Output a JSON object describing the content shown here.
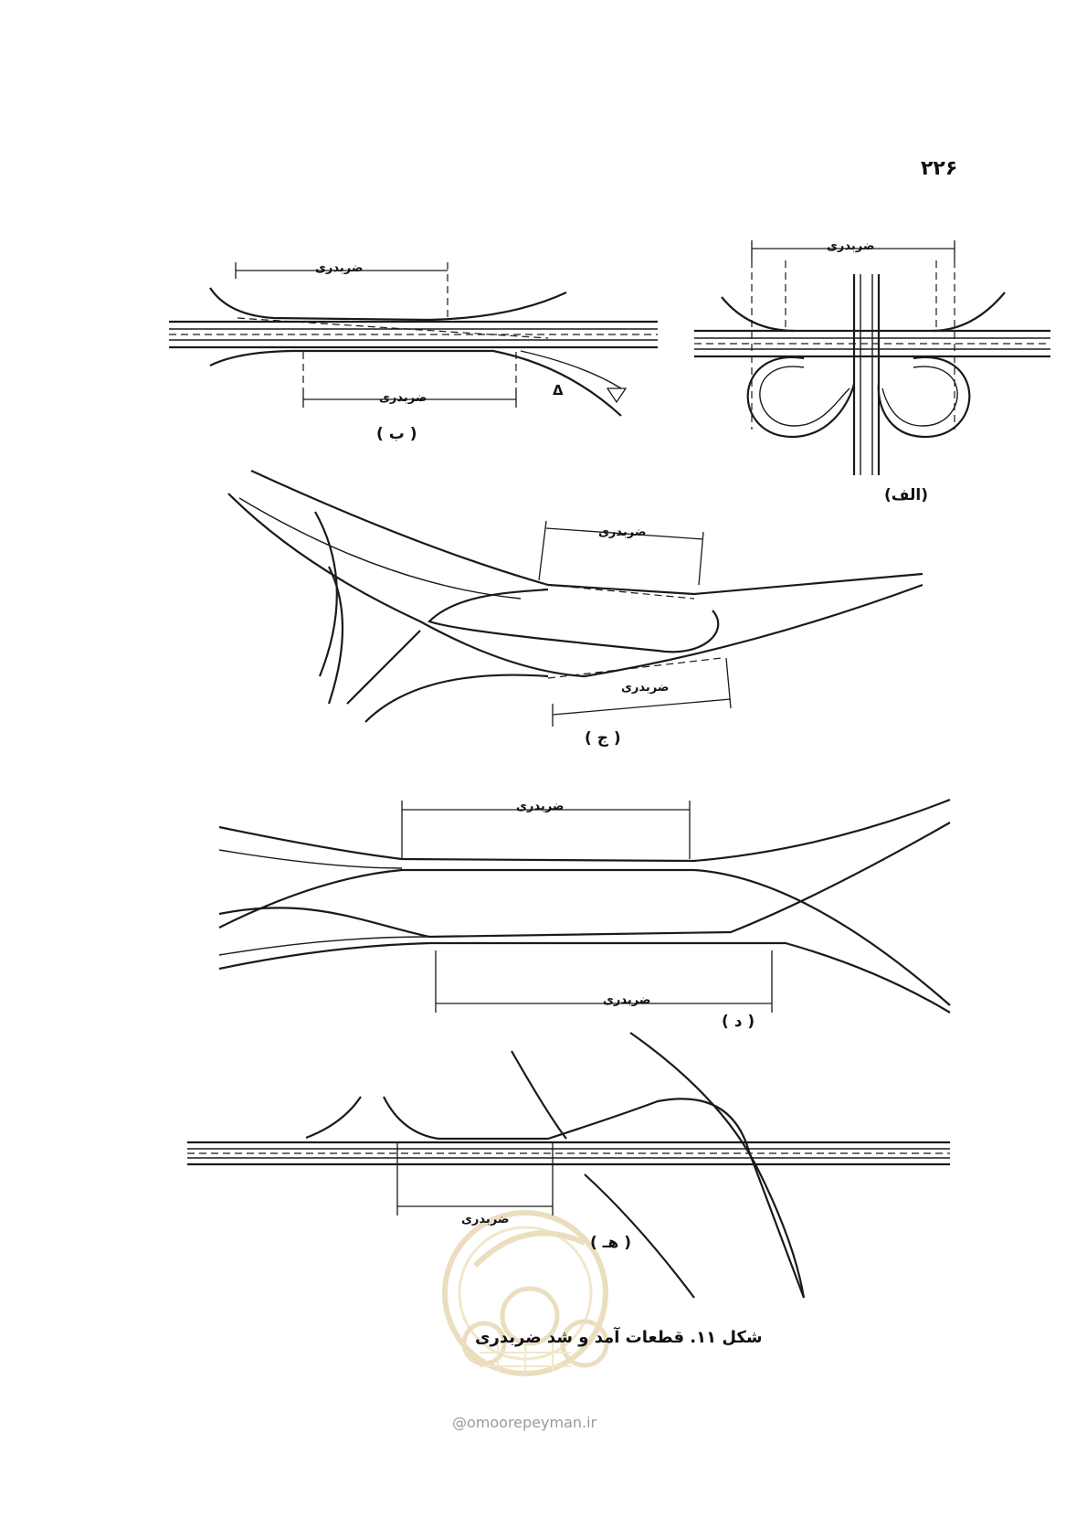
{
  "page_number": "۲۲۶",
  "panels": {
    "alef": {
      "label": "(الف)",
      "weaving_label": "ضربدری"
    },
    "be": {
      "label": "( ب )",
      "weaving_label_top": "ضربدری",
      "weaving_label_bottom": "ضربدری",
      "delta": "Δ"
    },
    "jim": {
      "label": "( ج )",
      "weaving_label_top": "ضربدری",
      "weaving_label_bottom": "ضربدری"
    },
    "dal": {
      "label": "( د )",
      "weaving_label_top": "ضربدری",
      "weaving_label_bottom": "ضربدری"
    },
    "he": {
      "label": "( هـ )",
      "weaving_label": "ضربدری"
    }
  },
  "caption": "شکل ۱۱. قطعات آمد و شد ضربدری",
  "watermark_url": "@omoorepeyman.ir"
}
